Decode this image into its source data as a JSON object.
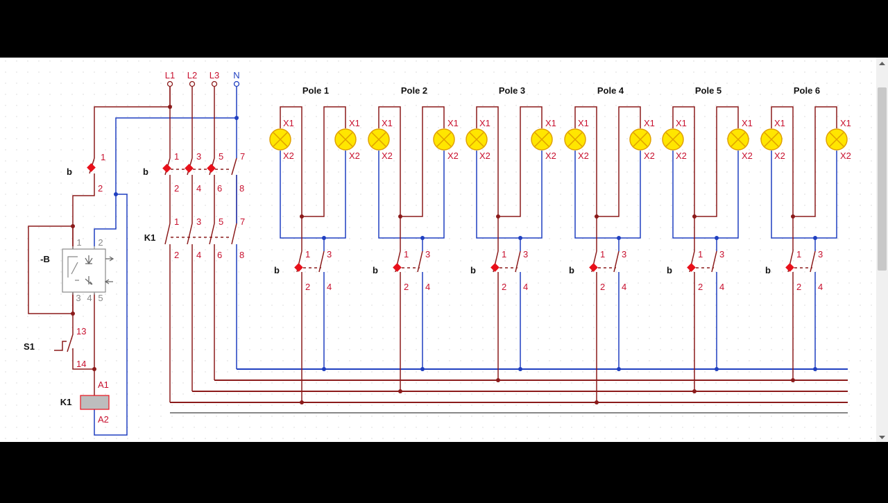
{
  "colors": {
    "phase": "#8B1A1A",
    "neutral": "#1F3FC0",
    "label": "#C8102E",
    "text": "#111111",
    "lamp_fill": "#FFE600",
    "lamp_stroke": "#E0A000",
    "coil_fill": "#BDBDBD",
    "contact_marker": "#E8101A",
    "device_stroke": "#888888",
    "pe_line": "#888888"
  },
  "supply": {
    "terminals": [
      "L1",
      "L2",
      "L3",
      "N"
    ]
  },
  "left_circuit": {
    "breaker_label": "b",
    "breaker_pins": [
      "1",
      "2"
    ],
    "device_label": "-B",
    "device_pins_top": [
      "1",
      "2"
    ],
    "device_pins_bottom": [
      "3",
      "4",
      "5"
    ],
    "switch_label": "S1",
    "switch_pins": [
      "13",
      "14"
    ],
    "coil_label": "K1",
    "coil_pins": [
      "A1",
      "A2"
    ]
  },
  "main_breaker": {
    "label": "b",
    "pins_top": [
      "1",
      "3",
      "5",
      "7"
    ],
    "pins_bottom": [
      "2",
      "4",
      "6",
      "8"
    ]
  },
  "contactor": {
    "label": "K1",
    "pins_top": [
      "1",
      "3",
      "5",
      "7"
    ],
    "pins_bottom": [
      "2",
      "4",
      "6",
      "8"
    ]
  },
  "poles": [
    {
      "title": "Pole 1",
      "lamp_pins": [
        "X1",
        "X2"
      ],
      "breaker_label": "b",
      "breaker_pins_top": [
        "1",
        "3"
      ],
      "breaker_pins_bottom": [
        "2",
        "4"
      ]
    },
    {
      "title": "Pole 2",
      "lamp_pins": [
        "X1",
        "X2"
      ],
      "breaker_label": "b",
      "breaker_pins_top": [
        "1",
        "3"
      ],
      "breaker_pins_bottom": [
        "2",
        "4"
      ]
    },
    {
      "title": "Pole 3",
      "lamp_pins": [
        "X1",
        "X2"
      ],
      "breaker_label": "b",
      "breaker_pins_top": [
        "1",
        "3"
      ],
      "breaker_pins_bottom": [
        "2",
        "4"
      ]
    },
    {
      "title": "Pole 4",
      "lamp_pins": [
        "X1",
        "X2"
      ],
      "breaker_label": "b",
      "breaker_pins_top": [
        "1",
        "3"
      ],
      "breaker_pins_bottom": [
        "2",
        "4"
      ]
    },
    {
      "title": "Pole 5",
      "lamp_pins": [
        "X1",
        "X2"
      ],
      "breaker_label": "b",
      "breaker_pins_top": [
        "1",
        "3"
      ],
      "breaker_pins_bottom": [
        "2",
        "4"
      ]
    },
    {
      "title": "Pole 6",
      "lamp_pins": [
        "X1",
        "X2"
      ],
      "breaker_label": "b",
      "breaker_pins_top": [
        "1",
        "3"
      ],
      "breaker_pins_bottom": [
        "2",
        "4"
      ]
    }
  ]
}
